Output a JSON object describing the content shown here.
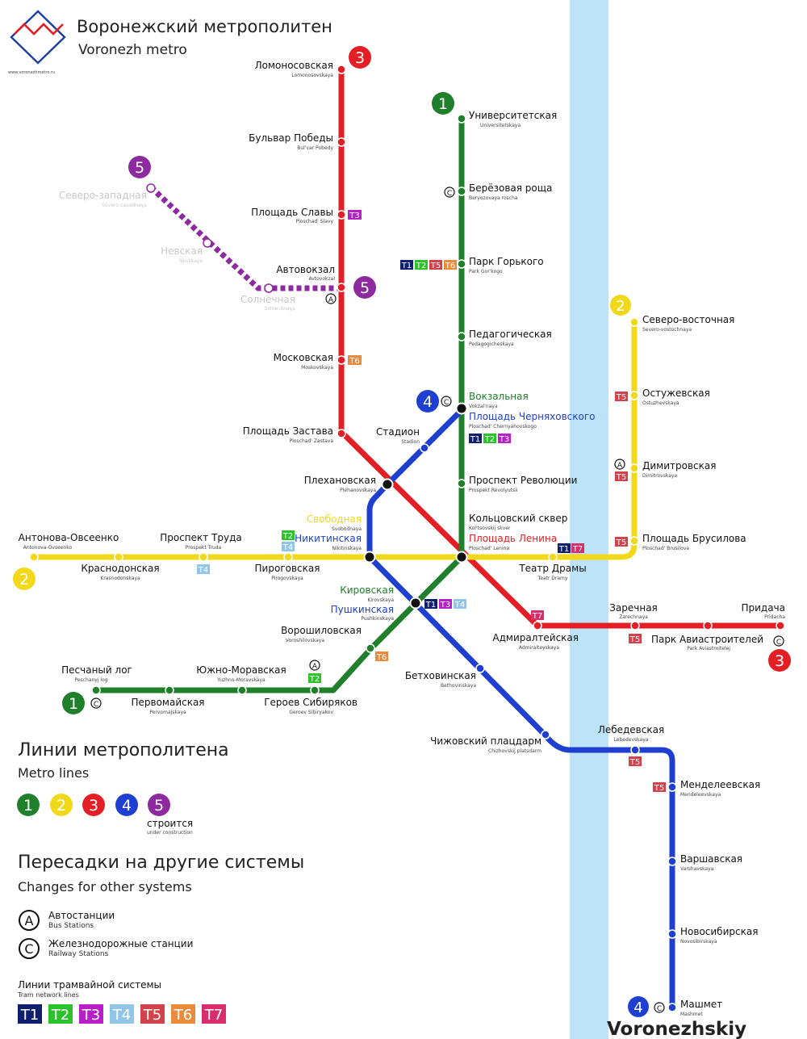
{
  "header": {
    "title_ru": "Воронежский метрополитен",
    "title_en": "Voronezh metro",
    "site_url": "www.voronezhmetro.ru"
  },
  "river": {
    "label": "Voronezhskiy"
  },
  "colors": {
    "line1": "#1f7f2a",
    "line2": "#f2d81b",
    "line3": "#e31e24",
    "line4": "#1f3fd0",
    "line5": "#8d2aa0",
    "river": "#bde3f8",
    "T1": "#0e1f6e",
    "T2": "#2bc22b",
    "T3": "#b521c6",
    "T4": "#8ec5e8",
    "T5": "#d3424a",
    "T6": "#ea8a3c",
    "T7": "#d92e6d"
  },
  "lines": [
    {
      "id": "1",
      "label": "1"
    },
    {
      "id": "2",
      "label": "2"
    },
    {
      "id": "3",
      "label": "3"
    },
    {
      "id": "4",
      "label": "4"
    },
    {
      "id": "5",
      "label": "5"
    }
  ],
  "stations": {
    "lomonosovskaya": {
      "ru": "Ломоносовская",
      "lat": "Lomonosovskaya"
    },
    "bulvar_pobedy": {
      "ru": "Бульвар Победы",
      "lat": "Bul'var Pobedy"
    },
    "ploshchad_slavy": {
      "ru": "Площадь Славы",
      "lat": "Ploschad' Slavy"
    },
    "avtovokzal": {
      "ru": "Автовокзал",
      "lat": "Avtovokzal"
    },
    "moskovskaya": {
      "ru": "Московская",
      "lat": "Moskovskaya"
    },
    "ploshchad_zastava": {
      "ru": "Площадь Застава",
      "lat": "Ploschad' Zastava"
    },
    "plekhanovskaya": {
      "ru": "Плехановская",
      "lat": "Plehanovskaya"
    },
    "severo_zapadnaya": {
      "ru": "Северо-западная",
      "lat": "Severo-zapadnaya"
    },
    "nevskaya": {
      "ru": "Невская",
      "lat": "Nevskaya"
    },
    "solnechnaya": {
      "ru": "Солнечная",
      "lat": "Solnechnaya"
    },
    "universitetskaya": {
      "ru": "Университетская",
      "lat": "Universitetskaya"
    },
    "beryozovaya_roshcha": {
      "ru": "Берёзовая роща",
      "lat": "Beryozovaya roscha"
    },
    "park_gorkogo": {
      "ru": "Парк Горького",
      "lat": "Park Gor'kogo"
    },
    "pedagogicheskaya": {
      "ru": "Педагогическая",
      "lat": "Pedagogicheskaya"
    },
    "vokzalnaya": {
      "ru": "Вокзальная",
      "lat": "Vokzal'naya"
    },
    "pl_chernyakhovskogo": {
      "ru": "Площадь Черняховского",
      "lat": "Ploschad' Chernyahovskogo"
    },
    "prospekt_revolyutsii": {
      "ru": "Проспект Революции",
      "lat": "Prospekt Revolyutsii"
    },
    "koltsovsky_skver": {
      "ru": "Кольцовский сквер",
      "lat": "Kol'tsovskij skver"
    },
    "ploshchad_lenina": {
      "ru": "Площадь Ленина",
      "lat": "Ploschad' Lenina"
    },
    "stadion": {
      "ru": "Стадион",
      "lat": "Stadion"
    },
    "severo_vostochnaya": {
      "ru": "Северо-восточная",
      "lat": "Severo-vostochnaya"
    },
    "ostuzhevskaya": {
      "ru": "Остужевская",
      "lat": "Ostuzhevskaya"
    },
    "dimitrovskaya": {
      "ru": "Димитровская",
      "lat": "Dimitrovskaya"
    },
    "ploshchad_brusilova": {
      "ru": "Площадь Брусилова",
      "lat": "Ploschad' Brusilova"
    },
    "antonova_ovseenko": {
      "ru": "Антонова-Овсеенко",
      "lat": "Antonova-Ovseenko"
    },
    "krasnodonskaya": {
      "ru": "Краснодонская",
      "lat": "Krasnodonskaya"
    },
    "prospekt_truda": {
      "ru": "Проспект Труда",
      "lat": "Prospekt Truda"
    },
    "pirogovskaya": {
      "ru": "Пироговская",
      "lat": "Pirogovskaya"
    },
    "svobodnaya": {
      "ru": "Свободная",
      "lat": "Svobodnaya"
    },
    "nikitinskaya": {
      "ru": "Никитинская",
      "lat": "Nikitinskaya"
    },
    "teatr_dramy": {
      "ru": "Театр Драмы",
      "lat": "Teatr Dramy"
    },
    "kirovskaya": {
      "ru": "Кировская",
      "lat": "Kirovskaya"
    },
    "pushkinskaya": {
      "ru": "Пушкинская",
      "lat": "Pushkinskaya"
    },
    "voroshilovskaya": {
      "ru": "Ворошиловская",
      "lat": "Voroshilovskaya"
    },
    "admiralteyskaya": {
      "ru": "Адмиралтейская",
      "lat": "Admiralteyskaya"
    },
    "zarechnaya": {
      "ru": "Заречная",
      "lat": "Zarechnaya"
    },
    "pridacha": {
      "ru": "Придача",
      "lat": "Pridacha"
    },
    "park_aviastroiteley": {
      "ru": "Парк Авиастроителей",
      "lat": "Park Aviastroitelej"
    },
    "peschany_log": {
      "ru": "Песчаный лог",
      "lat": "Peschanyj log"
    },
    "pervomayskaya": {
      "ru": "Первомайская",
      "lat": "Pervomajskaya"
    },
    "yuzhno_moravskaya": {
      "ru": "Южно-Моравская",
      "lat": "Yuzhno-Moravskaya"
    },
    "geroev_sibiryakov": {
      "ru": "Героев Сибиряков",
      "lat": "Geroev Sibiryakov"
    },
    "betkhovinskaya": {
      "ru": "Бетховинская",
      "lat": "Bethovinskaya"
    },
    "chizhovsky_platsdarm": {
      "ru": "Чижовский плацдарм",
      "lat": "Chizhovskij platsdarm"
    },
    "lebedevskaya": {
      "ru": "Лебедевская",
      "lat": "Lebedevskaya"
    },
    "mendeleevskaya": {
      "ru": "Менделеевская",
      "lat": "Mendeleevskaya"
    },
    "varshavskaya": {
      "ru": "Варшавская",
      "lat": "Varshavskaya"
    },
    "novosibirskaya": {
      "ru": "Новосибирская",
      "lat": "Novosibirskaya"
    },
    "mashmet": {
      "ru": "Машмет",
      "lat": "Mashmet"
    }
  },
  "legend": {
    "metro_lines_ru": "Линии метрополитена",
    "metro_lines_en": "Metro lines",
    "under_construction_ru": "строится",
    "under_construction_en": "under construction",
    "transfers_ru": "Пересадки на другие системы",
    "transfers_en": "Changes for other systems",
    "bus_symbol": "A",
    "bus_ru": "Автостанции",
    "bus_en": "Bus Stations",
    "rail_symbol": "C",
    "rail_ru": "Железнодорожные станции",
    "rail_en": "Railway Stations",
    "tram_ru": "Линии трамвайной системы",
    "tram_en": "Tram network lines",
    "trams": [
      "T1",
      "T2",
      "T3",
      "T4",
      "T5",
      "T6",
      "T7"
    ]
  }
}
